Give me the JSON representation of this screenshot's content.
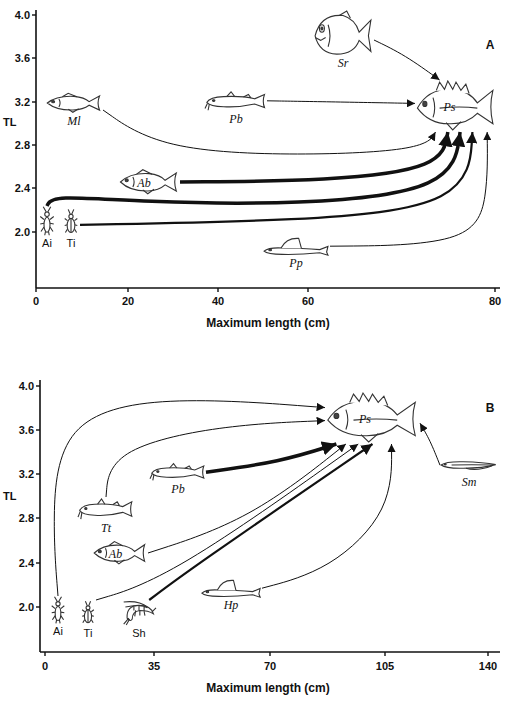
{
  "diagram": {
    "nodes": [
      {
        "text": [
          "Sr"
        ]
      },
      {
        "text": [
          "Ml"
        ]
      },
      {
        "text": [
          "Pb"
        ]
      },
      {
        "text": [
          "Ps"
        ]
      },
      {
        "text": [
          "Ab"
        ]
      },
      {
        "text": [
          "Ai"
        ]
      },
      {
        "text": [
          "Ti"
        ]
      },
      {
        "text": [
          "Pp"
        ]
      },
      {
        "text": [
          "Ps"
        ]
      },
      {
        "text": [
          "Pb"
        ]
      },
      {
        "text": [
          "Sm"
        ]
      },
      {
        "text": [
          "Tt"
        ]
      },
      {
        "text": [
          "Ab"
        ]
      },
      {
        "text": [
          "Ai"
        ]
      },
      {
        "text": [
          "Ti"
        ]
      },
      {
        "text": [
          "Sh"
        ]
      },
      {
        "text": [
          "Hp"
        ]
      }
    ],
    "edges": [
      {
        "from": 0,
        "to": 3,
        "arrow": "to"
      },
      {
        "from": 1,
        "to": 3,
        "arrow": "to"
      },
      {
        "from": 2,
        "to": 3,
        "arrow": "to"
      },
      {
        "from": 4,
        "to": 3,
        "arrow": "to"
      },
      {
        "from": 5,
        "to": 3,
        "arrow": "to"
      },
      {
        "from": 6,
        "to": 3,
        "arrow": "to"
      },
      {
        "from": 7,
        "to": 3,
        "arrow": "to"
      },
      {
        "from": 13,
        "to": 8,
        "arrow": "to"
      },
      {
        "from": 11,
        "to": 8,
        "arrow": "to"
      },
      {
        "from": 9,
        "to": 8,
        "arrow": "to"
      },
      {
        "from": 12,
        "to": 8,
        "arrow": "to"
      },
      {
        "from": 14,
        "to": 8,
        "arrow": "to"
      },
      {
        "from": 15,
        "to": 8,
        "arrow": "to"
      },
      {
        "from": 16,
        "to": 8,
        "arrow": "to"
      },
      {
        "from": 10,
        "to": 8,
        "arrow": "to"
      }
    ],
    "labels": [
      "TL",
      "4.0",
      "3.6",
      "3.2",
      "2.8",
      "2.4",
      "2.0",
      "0",
      "20",
      "40",
      "60",
      "80",
      "Maximum length (cm)",
      "A",
      "TL",
      "4.0",
      "3.6",
      "3.2",
      "2.8",
      "2.4",
      "2.0",
      "0",
      "35",
      "70",
      "105",
      "140",
      "Maximum length (cm)",
      "B"
    ]
  }
}
